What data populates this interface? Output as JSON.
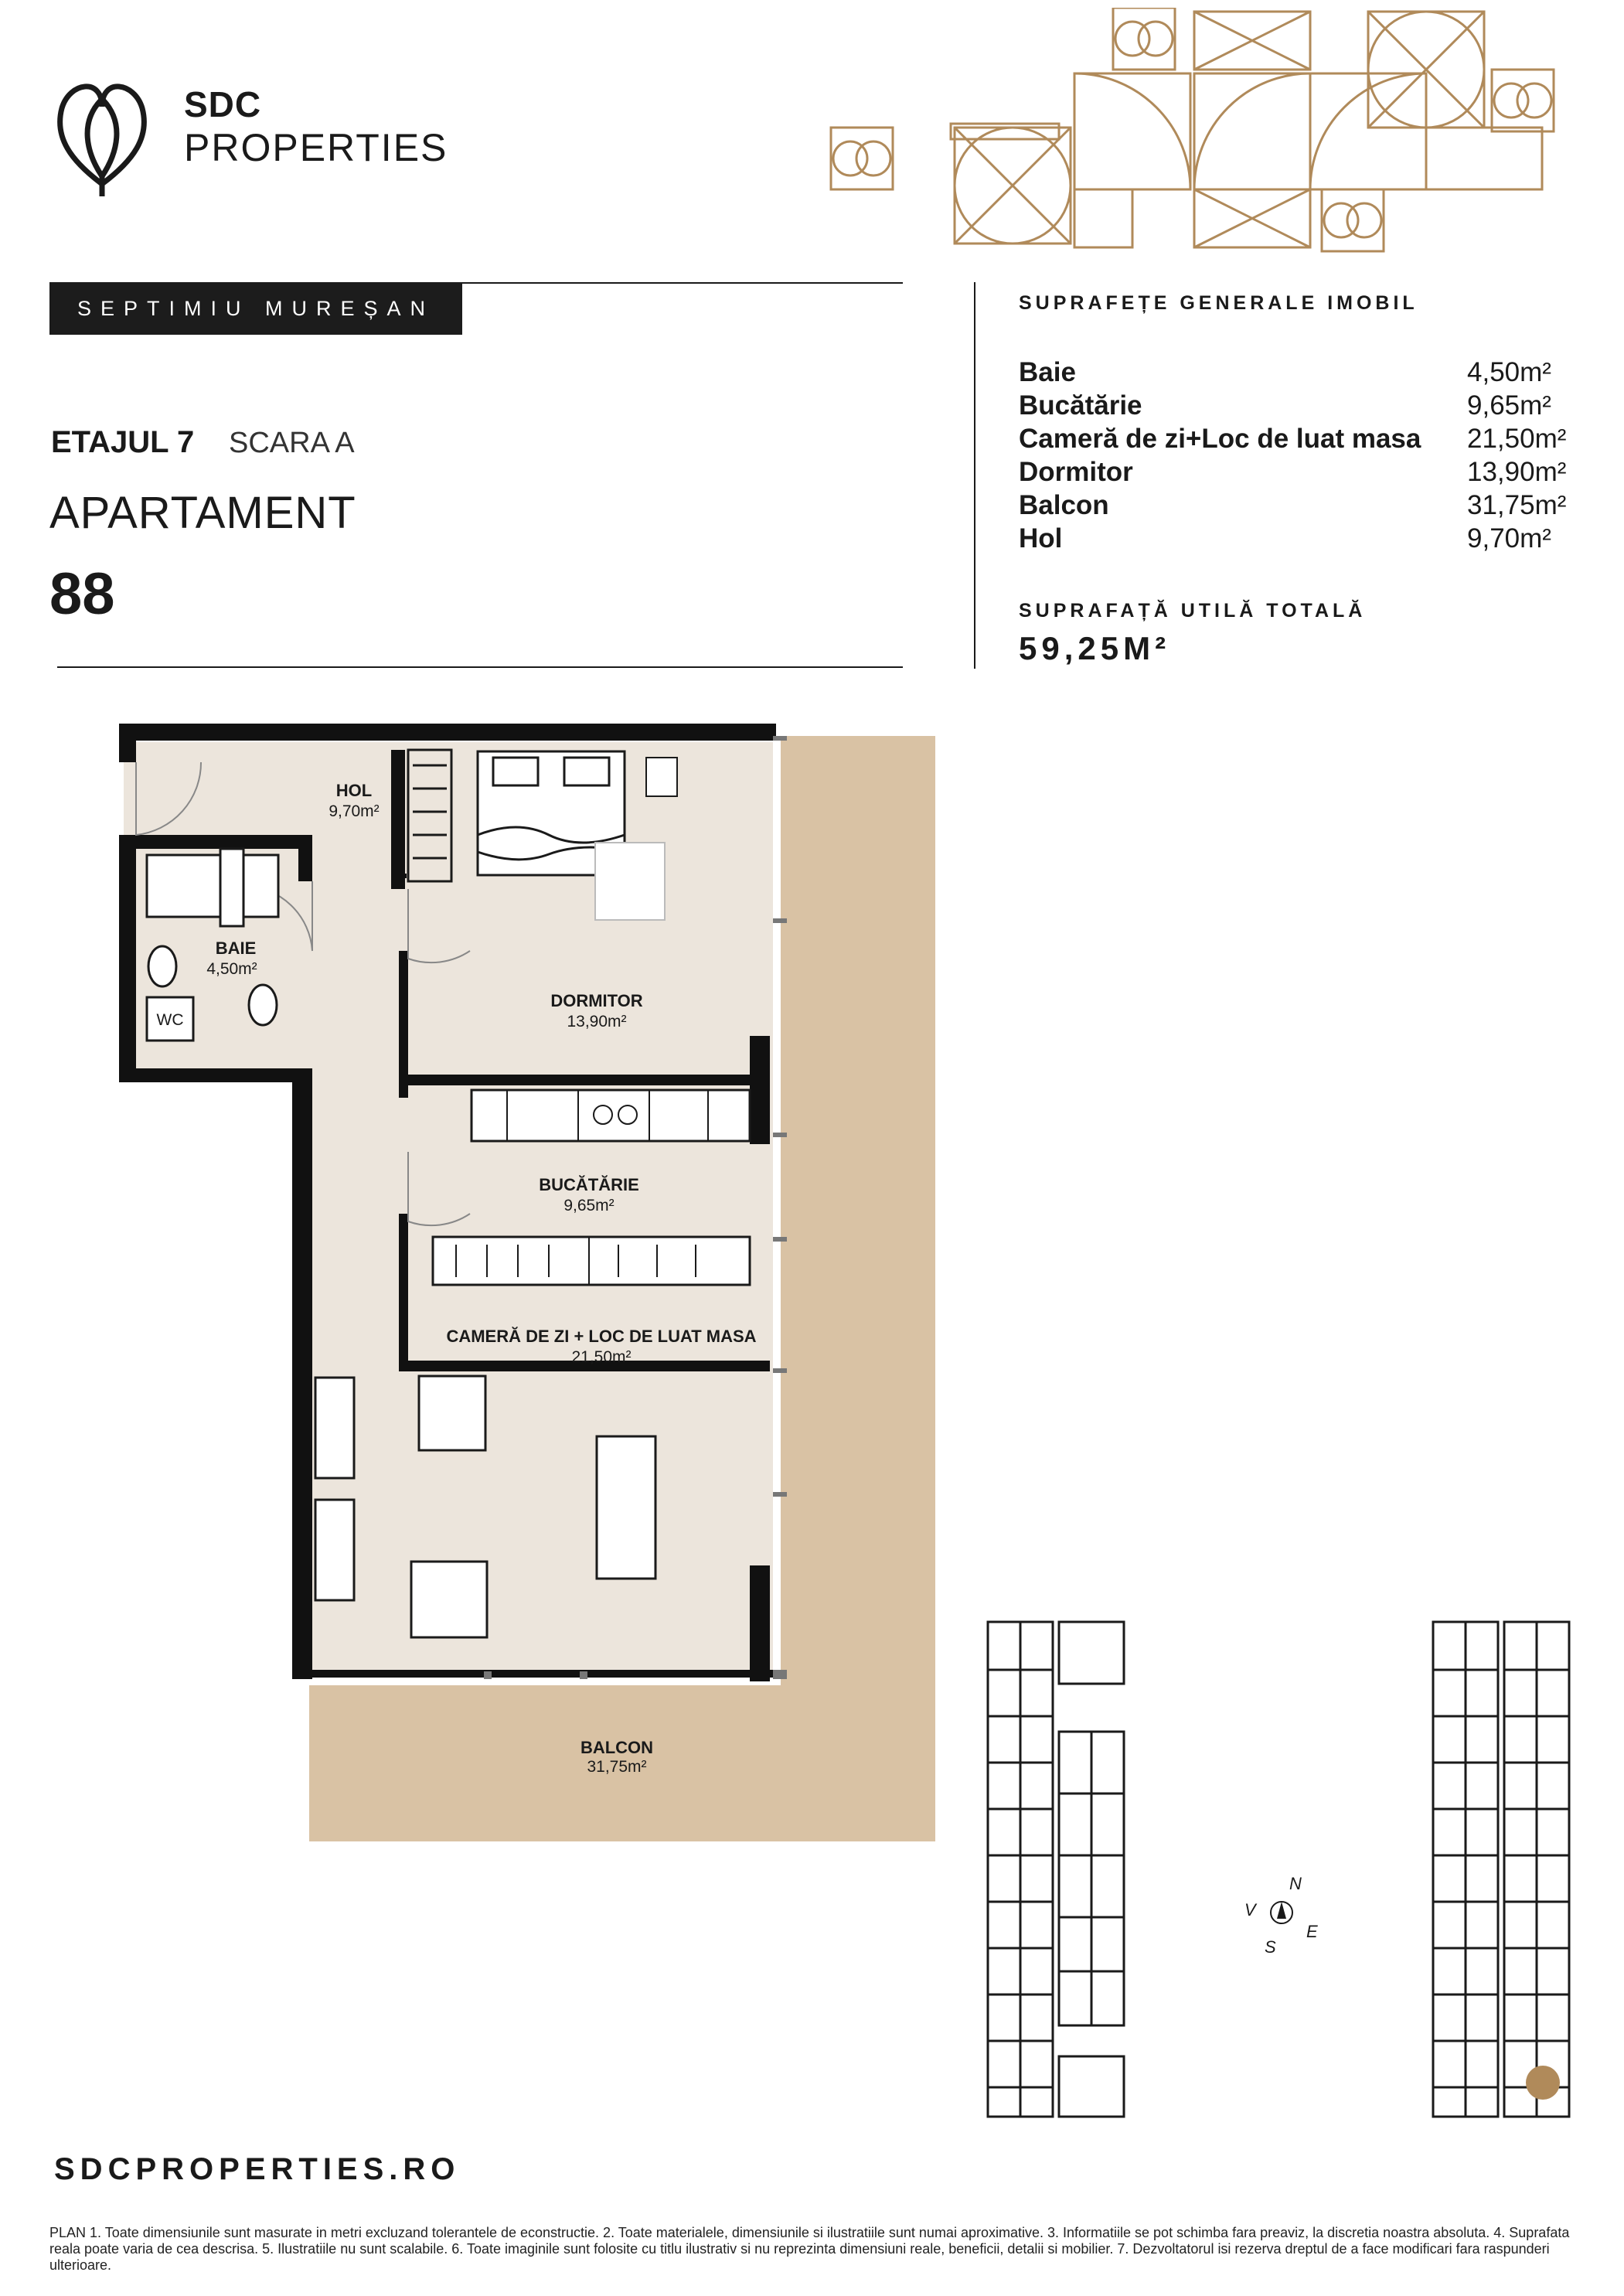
{
  "brand": {
    "line1": "SDC",
    "line2": "PROPERTIES",
    "accent_color": "#b08a5a"
  },
  "project_tag": "SEPTIMIU MUREȘAN",
  "floor": "ETAJUL 7",
  "stair": "SCARA A",
  "apartment_label": "APARTAMENT",
  "apartment_number": "88",
  "surfaces": {
    "title": "SUPRAFEȚE GENERALE IMOBIL",
    "rows": [
      {
        "name": "Baie",
        "value": "4,50m²"
      },
      {
        "name": "Bucătărie",
        "value": "9,65m²"
      },
      {
        "name": "Cameră de zi+Loc de luat masa",
        "value": "21,50m²"
      },
      {
        "name": "Dormitor",
        "value": "13,90m²"
      },
      {
        "name": "Balcon",
        "value": "31,75m²"
      },
      {
        "name": "Hol",
        "value": "9,70m²"
      }
    ],
    "total_title": "SUPRAFAȚĂ UTILĂ TOTALĂ",
    "total_value": "59,25M²"
  },
  "plan": {
    "floor_color": "#ece5dc",
    "balcony_color": "#d9c2a4",
    "rooms": [
      {
        "label": "HOL",
        "area": "9,70m²"
      },
      {
        "label": "BAIE",
        "area": "4,50m²"
      },
      {
        "label": "DORMITOR",
        "area": "13,90m²"
      },
      {
        "label": "BUCĂTĂRIE",
        "area": "9,65m²"
      },
      {
        "label": "CAMERĂ DE ZI + LOC DE LUAT MASA",
        "area": "21,50m²"
      },
      {
        "label": "BALCON",
        "area": "31,75m²"
      }
    ],
    "wc_label": "WC"
  },
  "compass": {
    "n": "N",
    "s": "S",
    "e": "E",
    "v": "V"
  },
  "website": "SDCPROPERTIES.RO",
  "disclaimer": "PLAN 1. Toate dimensiunile sunt masurate in metri excluzand tolerantele de econstructie. 2. Toate materialele, dimensiunile si ilustratiile sunt numai aproximative. 3. Informatiile se pot schimba fara preaviz, la discretia noastra absoluta. 4. Suprafata reala poate varia de cea descrisa. 5. Ilustratiile nu sunt scalabile. 6. Toate imaginile sunt folosite cu titlu ilustrativ si nu reprezinta dimensiuni reale, beneficii, detalii si mobilier. 7. Dezvoltatorul isi rezerva dreptul de a face modificari fara raspunderi ulterioare."
}
